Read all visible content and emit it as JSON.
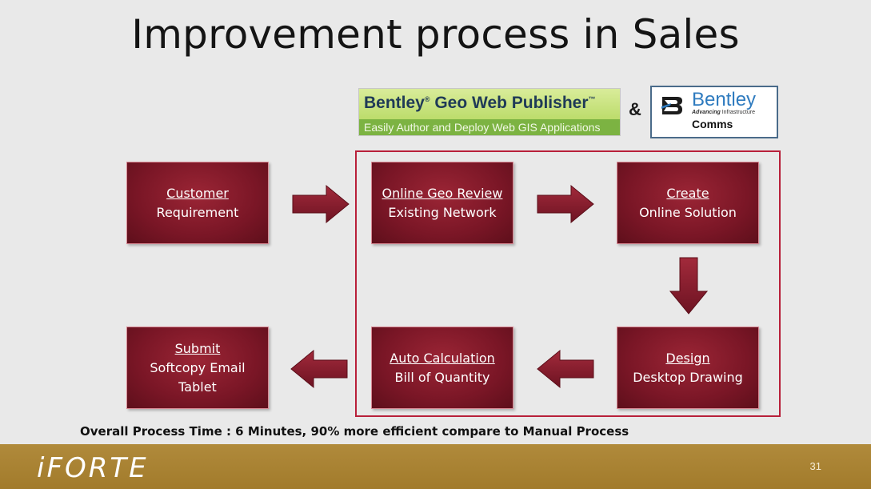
{
  "slide": {
    "title": "Improvement process in Sales",
    "page_number": "31"
  },
  "logos": {
    "geo_web_publisher": {
      "name": "Bentley",
      "reg_mark": "®",
      "product": "Geo Web Publisher",
      "tm_mark": "™",
      "tagline": "Easily Author and Deploy Web GIS Applications"
    },
    "ampersand": "&",
    "bentley": {
      "wordmark": "Bentley",
      "tagline_bold": "Advancing",
      "tagline_rest": " Infrastructure",
      "product": "Comms"
    },
    "company": "iFORTE"
  },
  "process": {
    "steps": [
      {
        "heading": "Customer",
        "detail": "Requirement"
      },
      {
        "heading": "Online Geo Review",
        "detail": "Existing Network"
      },
      {
        "heading": "Create",
        "detail": "Online Solution"
      },
      {
        "heading": "Design",
        "detail": "Desktop Drawing"
      },
      {
        "heading": "Auto Calculation",
        "detail": "Bill of Quantity"
      },
      {
        "heading": "Submit",
        "detail": "Softcopy Email",
        "detail2": "Tablet"
      }
    ],
    "footnote": "Overall Process Time : 6 Minutes, 90% more efficient compare to Manual Process"
  },
  "colors": {
    "box_fill": "#7a1626",
    "arrow_fill": "#8e1d2e",
    "frame": "#b8203a",
    "footer": "#a88232"
  }
}
